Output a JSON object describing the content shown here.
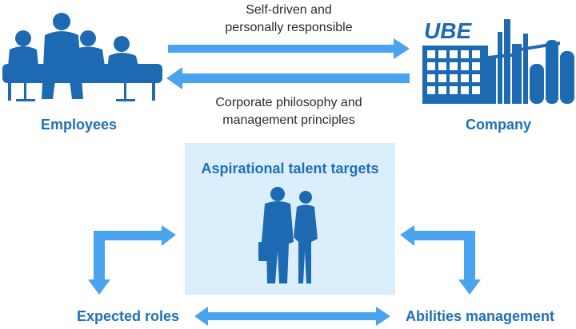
{
  "arrows": {
    "top_caption": {
      "line1": "Self-driven and",
      "line2": "personally responsible"
    },
    "bottom_caption": {
      "line1": "Corporate philosophy and",
      "line2": "management principles"
    }
  },
  "employees": {
    "label": "Employees"
  },
  "company": {
    "label": "Company",
    "logo_text": "UBE"
  },
  "talent": {
    "title": "Aspirational talent targets"
  },
  "expected_roles": {
    "label": "Expected roles"
  },
  "abilities": {
    "label": "Abilities management"
  },
  "colors": {
    "primary_blue": "#1f6fb8",
    "arrow_blue": "#4aa3ee",
    "box_fill": "#dbeefb",
    "silhouette": "#1e6ab2"
  },
  "icons": [
    "employees-silhouette-icon",
    "company-factory-icon",
    "business-pair-silhouette-icon"
  ]
}
